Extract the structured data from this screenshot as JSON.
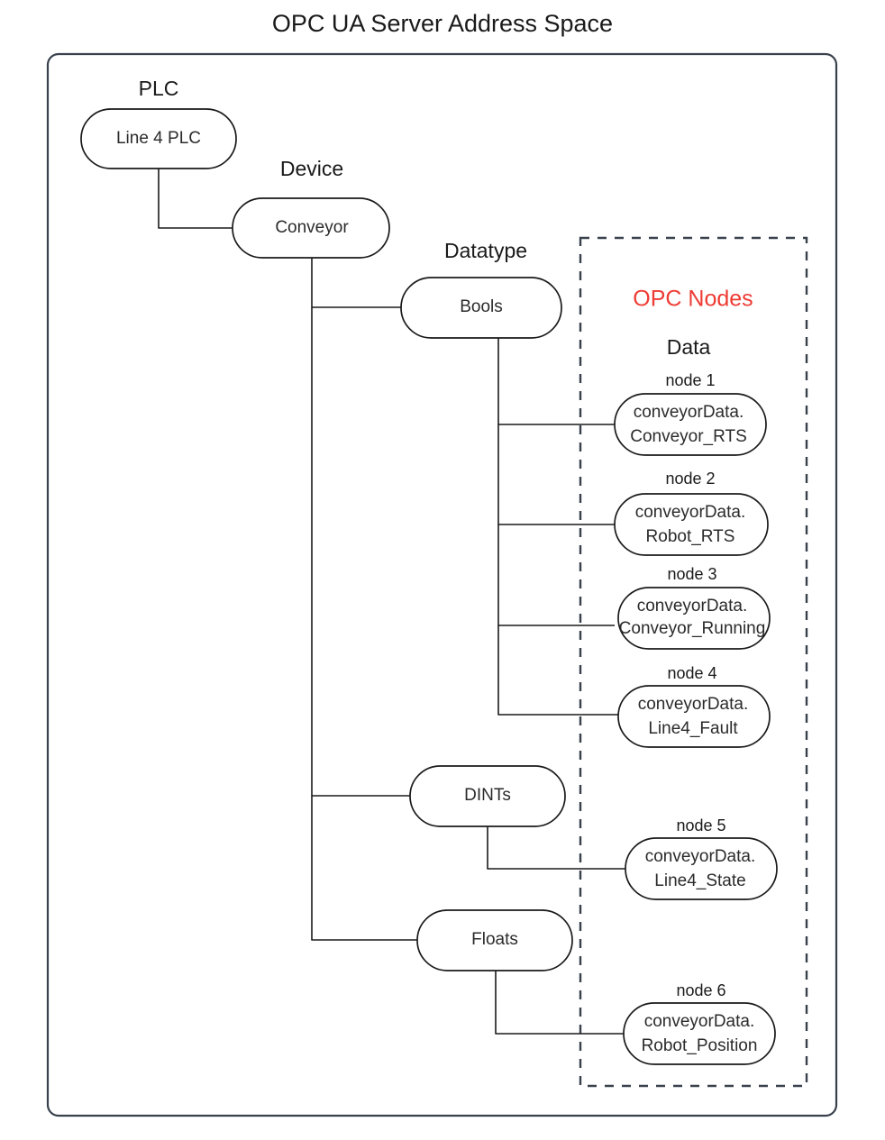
{
  "title": "OPC UA Server Address Space",
  "frame": {
    "name": "address-space-frame"
  },
  "opc_nodes_panel": {
    "heading": "OPC Nodes",
    "subheading": "Data"
  },
  "group_labels": {
    "plc": "PLC",
    "device": "Device",
    "datatype": "Datatype"
  },
  "tree": {
    "plc": {
      "label": "Line 4 PLC"
    },
    "device": {
      "label": "Conveyor"
    },
    "datatypes": [
      {
        "label": "Bools"
      },
      {
        "label": "DINTs"
      },
      {
        "label": "Floats"
      }
    ]
  },
  "nodes": [
    {
      "caption": "node 1",
      "line1": "conveyorData.",
      "line2": "Conveyor_RTS"
    },
    {
      "caption": "node 2",
      "line1": "conveyorData.",
      "line2": "Robot_RTS"
    },
    {
      "caption": "node 3",
      "line1": "conveyorData.",
      "line2": "Conveyor_Running"
    },
    {
      "caption": "node 4",
      "line1": "conveyorData.",
      "line2": "Line4_Fault"
    },
    {
      "caption": "node 5",
      "line1": "conveyorData.",
      "line2": "Line4_State"
    },
    {
      "caption": "node 6",
      "line1": "conveyorData.",
      "line2": "Robot_Position"
    }
  ],
  "colors": {
    "stroke": "#1a1a1a",
    "frame_stroke": "#39414d",
    "accent_red": "#ee3b34",
    "background": "#ffffff"
  }
}
